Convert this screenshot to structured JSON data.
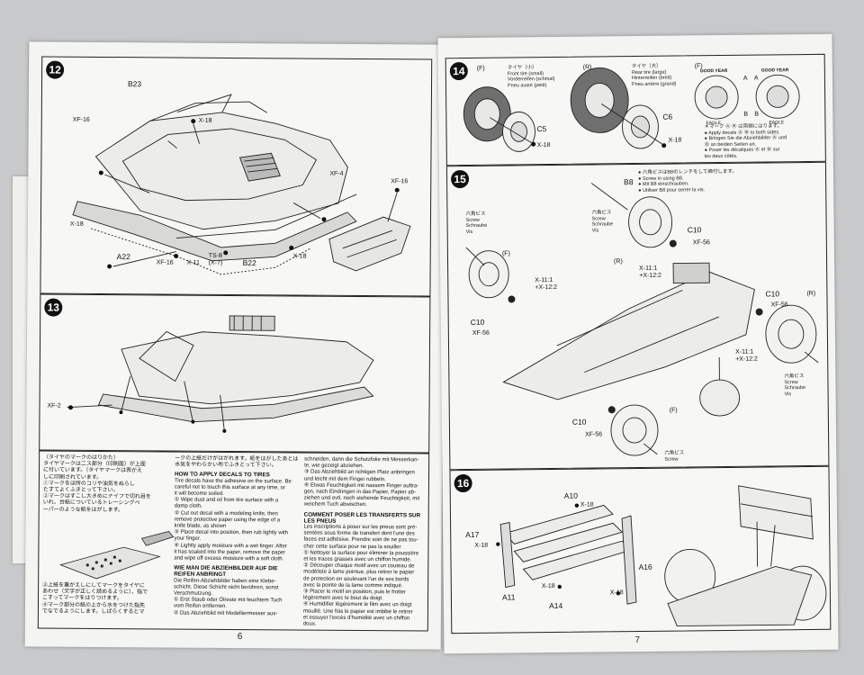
{
  "left_page": {
    "page_number": "6",
    "step12": {
      "number": "12",
      "parts": [
        "B23",
        "X-18",
        "XF-16",
        "XF-4",
        "XF-16",
        "X-18",
        "A22",
        "XF-16",
        "X-11",
        "TS-8",
        "(X-7)",
        "B22",
        "X-18"
      ]
    },
    "step13": {
      "number": "13",
      "parts": [
        "XF-2"
      ]
    },
    "decal_jp": {
      "heading": "（タイヤのマークのはりかた）",
      "lines": [
        "タイヤマークは二ス部分（印刷面）が上面",
        "に付いています。（タイヤマークは表がえ",
        "しに印刷されています。",
        "①マークをほ所のコリや油気をぬらし",
        "たすてよくふきとって下さい。",
        "②マークはすこし大きめにナイフで切れ目を",
        "いれ、台紙についているトレーシングペ",
        "ーパーのような紙をはがします。",
        "③上紙を裏がえしにしてマークをタイヤに",
        "あわせ（文字が正しく読めるように）、指で",
        "こすってマークをはりつけます。",
        "④マーク部分の紙の上から水をつけた指先",
        "でなでるようにします。しばらくするとマ"
      ]
    },
    "decal_en": {
      "jp_top": "ークの上紙だけがはがれます。紙をはがしたあとは水気をやわらかい布でふきとって下さい。",
      "heading": "HOW TO APPLY DECALS TO TIRES",
      "lines": [
        "Tire decals have the adhesive on the surface. Be",
        "careful not to touch this surface at any time, or",
        "it will become soiled.",
        "① Wipe dust and oil from tire surface with a",
        "damp cloth.",
        "② Cut out decal with a modeling knife, then",
        "remove protective paper using the edge of a",
        "knife blade, as shown",
        "③ Place decal into position, then rub lightly with",
        "your finger.",
        "④ Lightly apply moisture with a wet finger. After",
        "it has soaked into the paper, remove the paper",
        "and wipe off excess moisture with a soft cloth."
      ],
      "de_heading": "WIE MAN DIE ABZIEHBILDER AUF DIE REIFEN ANBRINGT",
      "de_lines": [
        "Die Reifen-Abziehbilder haben eine Klebe-",
        "schicht. Diese Schicht nicht berühren, sonst",
        "Verschmutzung.",
        "① Erst Staub oder Ölreste mit feuchtem Tuch",
        "vom Reifen entfernen.",
        "② Das Abziehbild mit Modelliermesser aus-"
      ]
    },
    "decal_de_fr": {
      "lines": [
        "schneiden, dann die Schutzfolie mit Messerkan-",
        "te, wie gezeigt abziehen.",
        "③ Das Abziehbild an richtigen Platz anbringen",
        "und leicht mit dem Finger rubbeln.",
        "④ Etwas Feuchtigkeit mit nassem Finger auftra-",
        "gen, nach Eindringen in das Papier, Papier ab-",
        "ziehen und evtl. noch stehende Feuchtigkeit, mit",
        "weichem Tuch abwischen."
      ],
      "fr_heading": "COMMENT POSER LES TRANSFERTS SUR LES PNEUS",
      "fr_lines": [
        "Les inscriptions à poser sur les pneus sont pré-",
        "sentées sous forme de transfert dont l'une des",
        "faces est adhésive. Prendre soin de ne pas tou-",
        "cher cette surface pour ne pas la souiller",
        "① Nettoyer la surface pour éliminer la poussière",
        "et les traces grasses avec un chiffon humide.",
        "② Découper chaque motif avec un couteau de",
        "modéliste à lame pointue, plus retirer le papier",
        "de protection en soulevant l'un de ses bords",
        "avec la pointe de la lame comme indiqué.",
        "③ Placer le motif en position, puis le frotter",
        "légèrement avec le bout du doigt.",
        "④ Humidifier légèrement le film avec un doigt",
        "mouillé. Une fois le papier est imbibé le retirer",
        "et essuyer l'excès d'humidité avec un chiffon",
        "doux."
      ]
    }
  },
  "right_page": {
    "page_number": "7",
    "step14": {
      "number": "14",
      "front_mark": "(F)",
      "rear_mark": "(R)",
      "decal_mark": "(F)",
      "front_tire_lines": [
        "タイヤ（小）",
        "Front tire (small)",
        "Vorderreifen (schmal)",
        "Pneu avant (petit)"
      ],
      "rear_tire_lines": [
        "タイヤ（大）",
        "Rear tire (large)",
        "Hinterreifen (breit)",
        "Pneu arrière (grand)"
      ],
      "parts": [
        "C5",
        "X-18",
        "C6",
        "X-18"
      ],
      "tire_brand": "GOOD YEAR",
      "tire_sub": "EAGLE",
      "decal_letters": [
        "A",
        "B",
        "A",
        "B"
      ],
      "decal_note": [
        "＊マーク Ⓐ Ⓑ は両側にはります。",
        "● Apply decals Ⓐ Ⓑ to both sides.",
        "● Bringen Sie die Abziehbilder Ⓐ und",
        "  Ⓑ an beiden Seiten an.",
        "● Poser les décalques Ⓐ et Ⓑ sur",
        "  les deux côtés."
      ]
    },
    "step15": {
      "number": "15",
      "screw_note": [
        "● 六角ビスはB8のレンチをして締付します。",
        "● Screw in using B8.",
        "● Mit B8 einschrauben.",
        "● Utiliser B8 pour serrer la vis."
      ],
      "screw_label": [
        "六角ビス",
        "Screw",
        "Schraube",
        "Vis"
      ],
      "parts": [
        "B8",
        "C10",
        "XF-56",
        "X-11:1",
        "+X-12:2",
        "C10",
        "XF-56",
        "C10",
        "XF-56",
        "X-11:1",
        "+X-12:2",
        "X-11:1",
        "+X-12:2",
        "C10",
        "XF-56"
      ],
      "marks": [
        "(F)",
        "(R)",
        "(R)",
        "(F)"
      ]
    },
    "step16": {
      "number": "16",
      "parts": [
        "A10",
        "X-18",
        "A17",
        "X-18",
        "A16",
        "A11",
        "X-18",
        "A14",
        "X-18"
      ]
    }
  }
}
